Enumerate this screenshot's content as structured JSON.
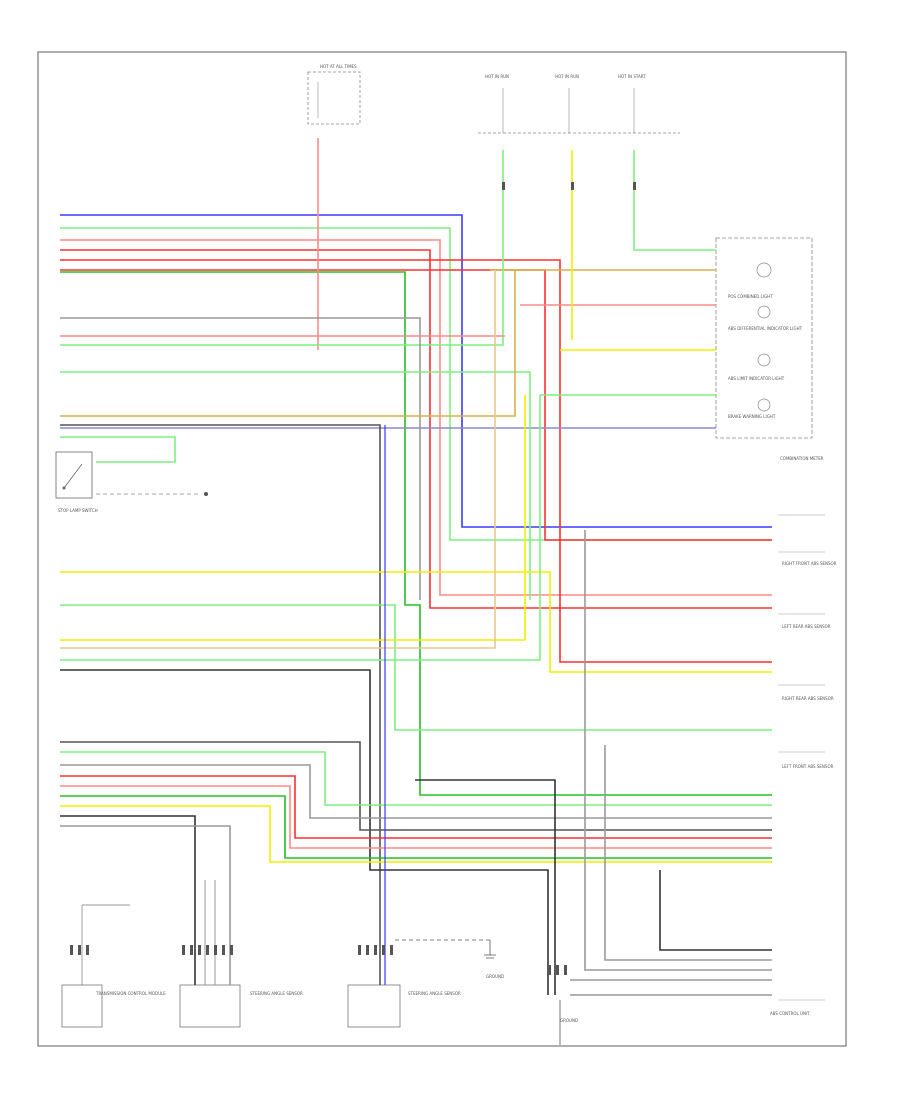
{
  "title": "",
  "wire_colors": {
    "blue": "#3a3aff",
    "green": "#26c026",
    "light_green": "#7ef07e",
    "red": "#ff3030",
    "pink": "#ff8a8a",
    "yellow": "#f0f000",
    "tan": "#d9b04a",
    "gray": "#9a9a9a",
    "dark_gray": "#555555",
    "black": "#222222",
    "frame": "#777777"
  },
  "components": [
    {
      "id": "hot-at-all-times",
      "label": "HOT AT ALL TIMES"
    },
    {
      "id": "hot-in-run-1",
      "label": "HOT IN RUN"
    },
    {
      "id": "hot-in-run-2",
      "label": "HOT IN RUN"
    },
    {
      "id": "hot-in-start",
      "label": "HOT IN START"
    },
    {
      "id": "lamp-1",
      "label": "POS COMBINED LIGHT"
    },
    {
      "id": "lamp-2",
      "label": "ABS DIFFERENTIAL INDICATOR LIGHT"
    },
    {
      "id": "lamp-3",
      "label": "ABS LIMIT INDICATOR LIGHT"
    },
    {
      "id": "lamp-4",
      "label": "BRAKE WARNING LIGHT"
    },
    {
      "id": "instrument-cluster",
      "label": "COMBINATION METER"
    },
    {
      "id": "right-front-sensor",
      "label": "RIGHT FRONT ABS SENSOR"
    },
    {
      "id": "left-rear-sensor",
      "label": "LEFT REAR ABS SENSOR"
    },
    {
      "id": "right-rear-sensor",
      "label": "RIGHT REAR ABS SENSOR"
    },
    {
      "id": "left-front-sensor",
      "label": "LEFT FRONT ABS SENSOR"
    },
    {
      "id": "stop-lamp-switch",
      "label": "STOP LAMP SWITCH"
    },
    {
      "id": "abs-control-unit",
      "label": "ABS CONTROL UNIT"
    },
    {
      "id": "transmission-ecm",
      "label": "TRANSMISSION CONTROL MODULE"
    },
    {
      "id": "steering-sensor",
      "label": "STEERING ANGLE SENSOR"
    },
    {
      "id": "yaw-sensor",
      "label": "STEERING ANGLE SENSOR"
    },
    {
      "id": "ground-1",
      "label": "GROUND"
    },
    {
      "id": "ground-2",
      "label": "GROUND"
    }
  ]
}
